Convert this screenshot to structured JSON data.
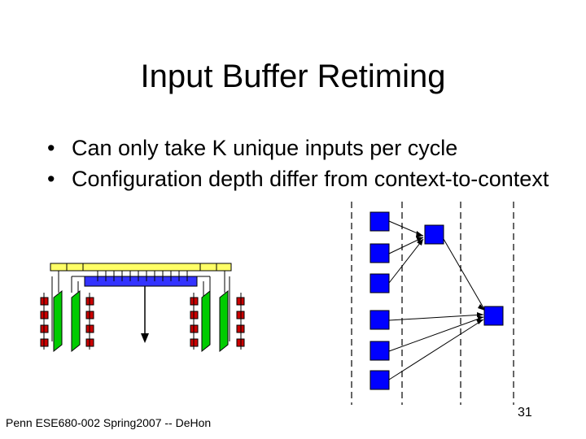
{
  "slide": {
    "title": "Input Buffer Retiming",
    "bullets": [
      "Can only take K unique inputs per cycle",
      "Configuration depth differ from context-to-context"
    ],
    "bullet_symbol": "•",
    "footer": "Penn ESE680-002 Spring2007 -- DeHon",
    "page_number": "31"
  },
  "colors": {
    "node_blue": "#0000ff",
    "buffer_green": "#00cc00",
    "register_red": "#cc0000",
    "bus_yellow": "#ffff66"
  }
}
